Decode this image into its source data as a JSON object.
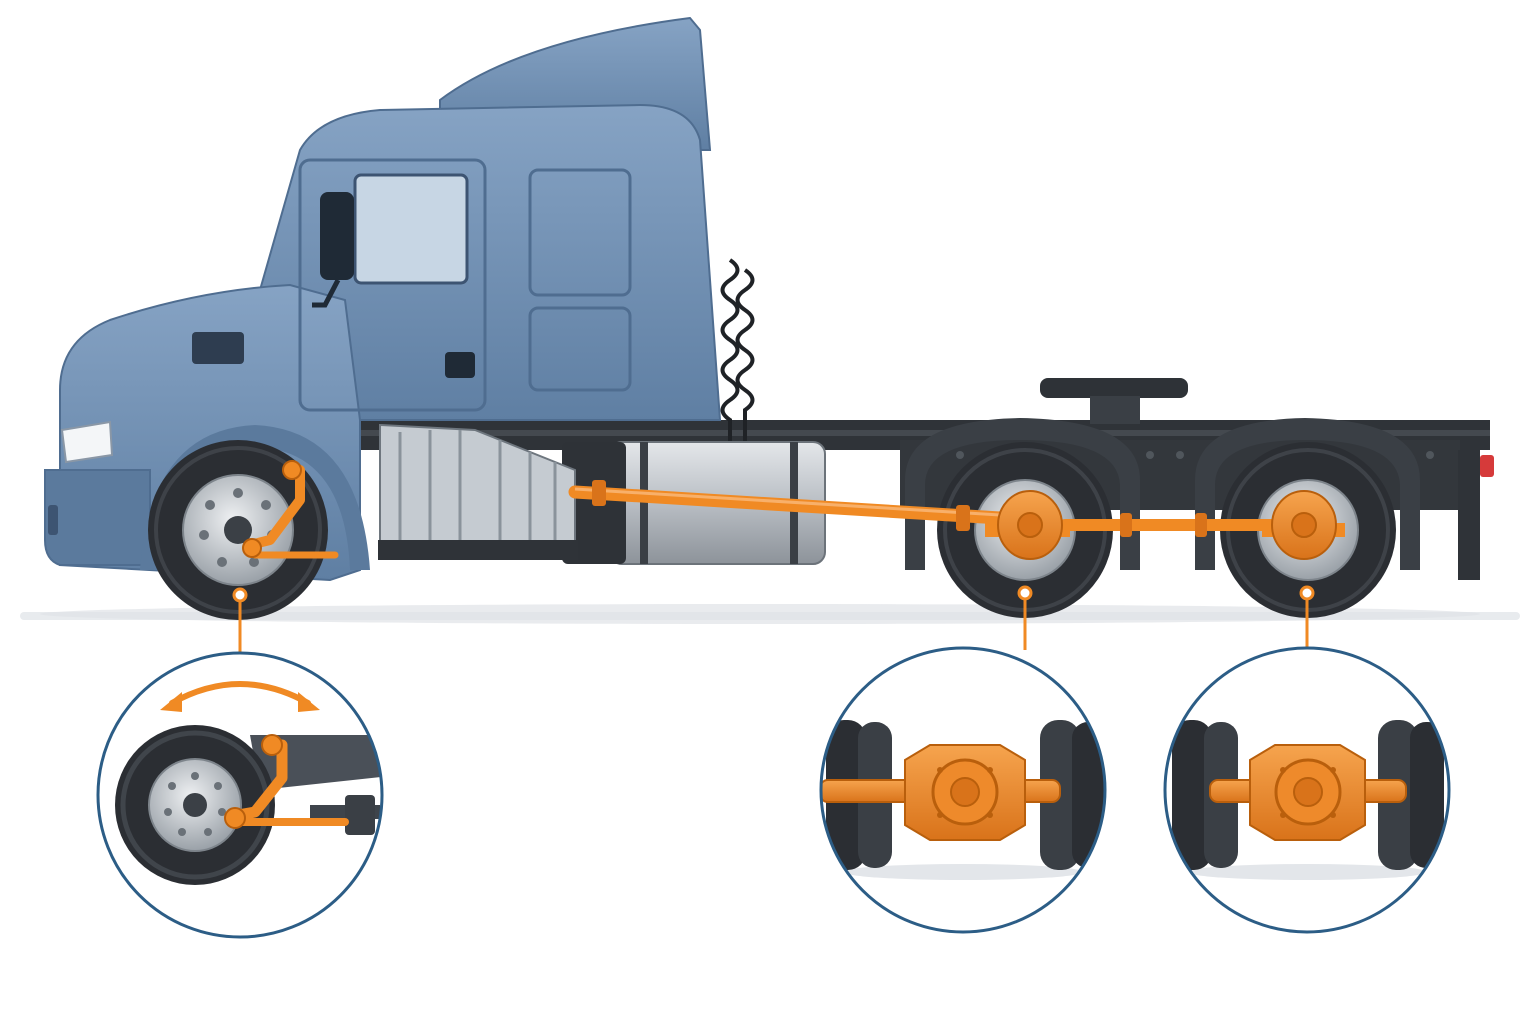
{
  "diagram": {
    "type": "drivetrain-illustration",
    "subject": "semi-truck-tractor-6x4",
    "colors": {
      "cab": "#6f8fb3",
      "cab_dark": "#4f6d90",
      "cab_light": "#8eaacb",
      "highlight": "#f08a24",
      "highlight_dark": "#b95f0c",
      "chassis": "#2f3338",
      "tire": "#2b2e33",
      "rim": "#c9ced4",
      "tank": "#bfc4c9",
      "callout": "#2c5d86",
      "ground": "#e6e9ec"
    },
    "highlighted_components": [
      "front-steering-linkage",
      "driveshaft",
      "forward-drive-axle-differential",
      "rear-drive-axle-differential"
    ],
    "callouts": [
      {
        "id": "front-steering",
        "subject": "steering-knuckle-and-tie-rod",
        "indicator": "double-arrow-steering-motion"
      },
      {
        "id": "forward-drive-axle",
        "subject": "differential-with-dual-wheels"
      },
      {
        "id": "rear-drive-axle",
        "subject": "differential-with-dual-wheels"
      }
    ]
  }
}
